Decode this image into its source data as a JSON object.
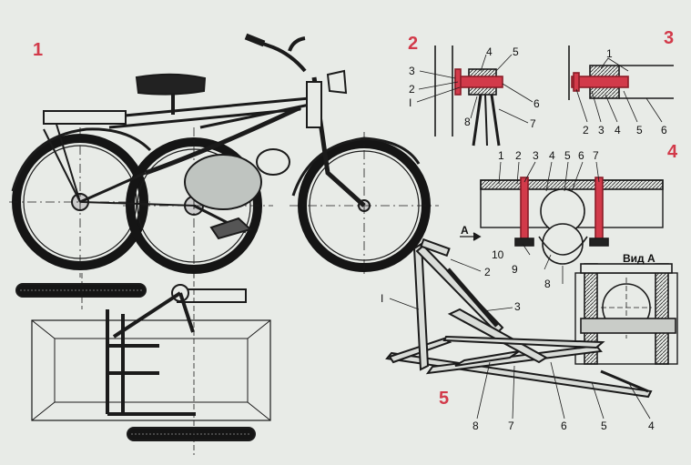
{
  "colors": {
    "background": "#e8ebe7",
    "line": "#1b1b1b",
    "accent": "#d23a4a",
    "tire": "#151515"
  },
  "figures": {
    "f1": {
      "number": "1"
    },
    "f2": {
      "number": "2",
      "labels": [
        "3",
        "2",
        "I",
        "4",
        "5",
        "6",
        "8",
        "7"
      ]
    },
    "f3": {
      "number": "3",
      "labels": [
        "1",
        "2",
        "3",
        "4",
        "5",
        "6"
      ]
    },
    "f4": {
      "number": "4",
      "labels": [
        "1",
        "2",
        "3",
        "4",
        "5",
        "6",
        "7",
        "10",
        "9",
        "8"
      ],
      "view_label": "Вид А",
      "arrow_label": "А"
    },
    "f5": {
      "number": "5",
      "labels": [
        "2",
        "I",
        "3",
        "8",
        "7",
        "6",
        "5",
        "4"
      ]
    }
  }
}
